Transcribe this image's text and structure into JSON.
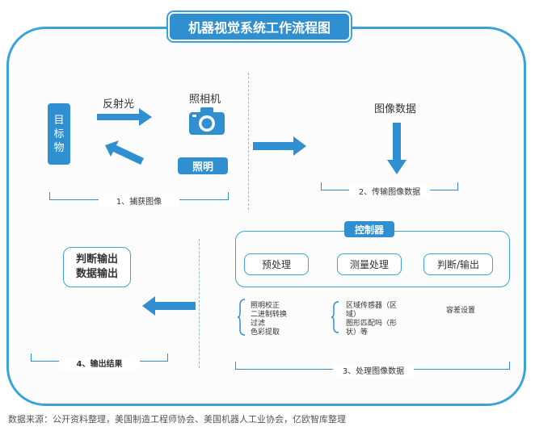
{
  "title": "机器视觉系统工作流程图",
  "capture": {
    "target_chars": [
      "目",
      "标",
      "物"
    ],
    "reflect_label": "反射光",
    "camera_label": "照相机",
    "lighting_label": "照明",
    "caption": "1、捕获图像"
  },
  "transfer": {
    "label": "图像数据",
    "caption": "2、传输图像数据"
  },
  "process": {
    "controller_label": "控制器",
    "steps": [
      "预处理",
      "测量处理",
      "判断/输出"
    ],
    "preprocess_items": [
      "照明校正",
      "二进制转换",
      "过滤",
      "色彩提取"
    ],
    "measure_items": [
      "区域传感器（区",
      "域）",
      "图形匹配吗（形",
      "状）等"
    ],
    "judge_item": "容差设置",
    "caption": "3、处理图像数据"
  },
  "output": {
    "lines": [
      "判断输出",
      "数据输出"
    ],
    "caption": "4、输出结果"
  },
  "source": "数据来源：公开资料整理，美国制造工程师协会、美国机器人工业协会，亿欧智库整理",
  "colors": {
    "accent": "#2f8fd0",
    "border": "#3aa3d8"
  }
}
